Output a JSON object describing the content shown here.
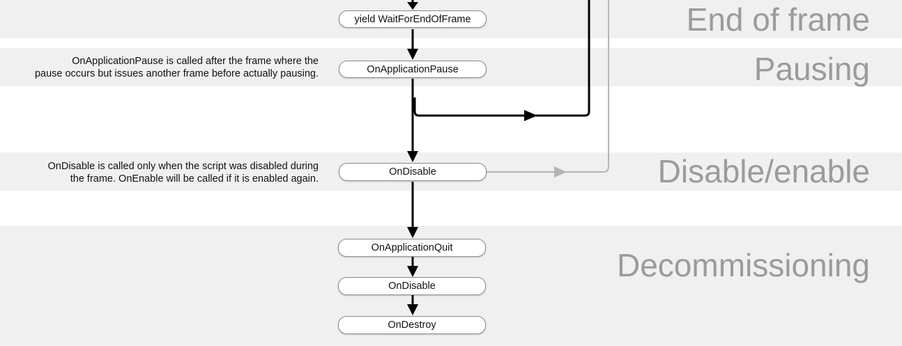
{
  "sections": {
    "end_of_frame": "End of frame",
    "pausing": "Pausing",
    "disable_enable": "Disable/enable",
    "decommissioning": "Decommissioning"
  },
  "nodes": {
    "yield_wait_for_end_of_frame": "yield WaitForEndOfFrame",
    "on_application_pause": "OnApplicationPause",
    "on_disable": "OnDisable",
    "on_application_quit": "OnApplicationQuit",
    "on_disable_decommission": "OnDisable",
    "on_destroy": "OnDestroy"
  },
  "notes": {
    "pause_line1": "OnApplicationPause is called after the frame where the",
    "pause_line2": "pause occurs but issues another frame before actually pausing.",
    "disable_line1": "OnDisable is called only when the script was disabled during",
    "disable_line2": "the frame. OnEnable will be called if it is enabled again."
  },
  "colors": {
    "band": "#f0f0f0",
    "section_title": "#9b9b9b",
    "arrow_main": "#000000",
    "arrow_secondary": "#b4b4b4"
  }
}
